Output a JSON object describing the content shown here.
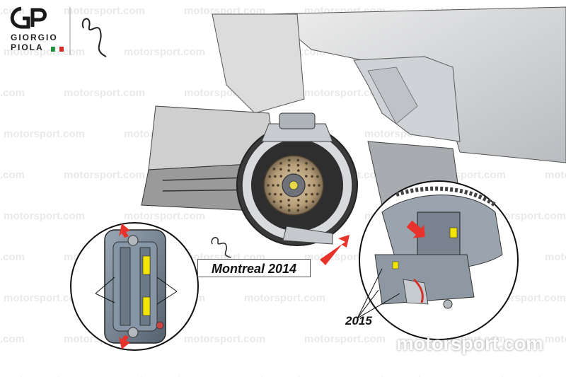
{
  "brand": {
    "artist_line1": "GIORGIO",
    "artist_line2": "PIOLA",
    "watermark": "motorsport.com",
    "credit": "motorsport.com"
  },
  "captions": {
    "old_design": "Montreal 2014",
    "new_design": "2015"
  },
  "colors": {
    "arrow": "#e8322c",
    "highlight": "#f2e600",
    "caliper": "#6f7f90"
  }
}
